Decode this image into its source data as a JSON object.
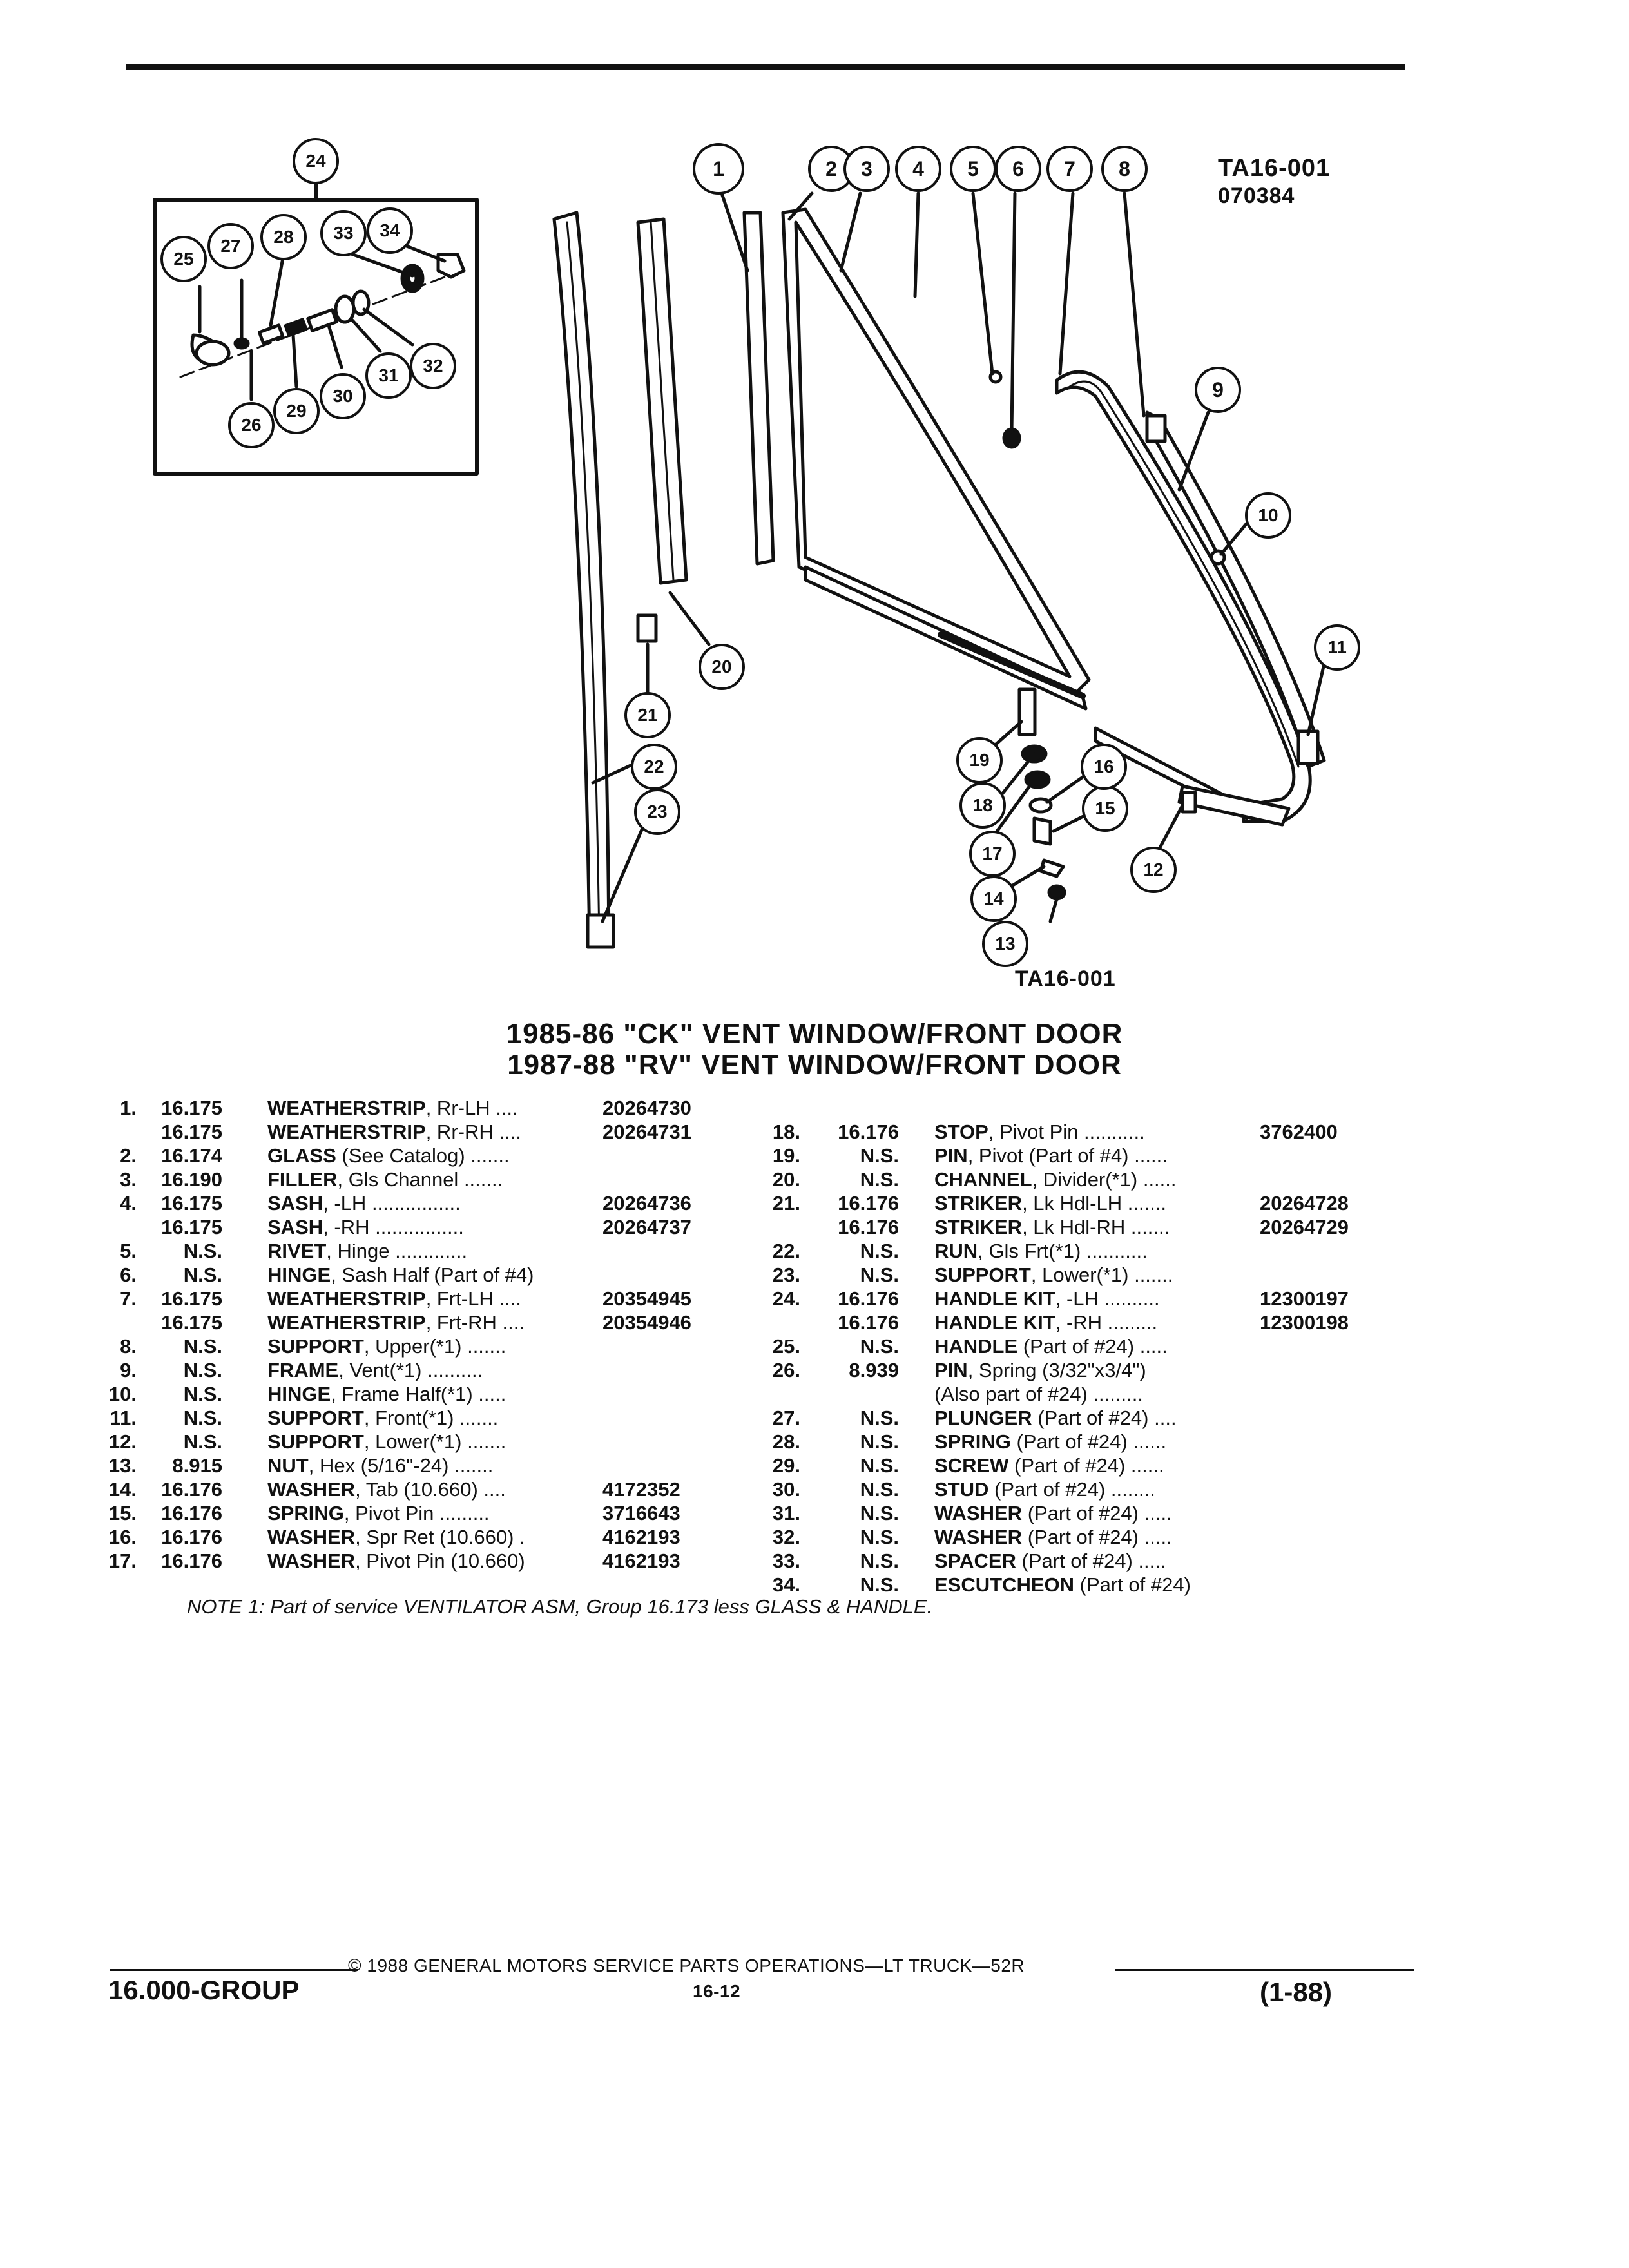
{
  "figure": {
    "code_top": "TA16-001",
    "code_date": "070384",
    "code_bottom": "TA16-001",
    "callouts": [
      "1",
      "2",
      "3",
      "4",
      "5",
      "6",
      "7",
      "8",
      "9",
      "10",
      "11",
      "12",
      "13",
      "14",
      "15",
      "16",
      "17",
      "18",
      "19",
      "20",
      "21",
      "22",
      "23",
      "24",
      "25",
      "26",
      "27",
      "28",
      "29",
      "30",
      "31",
      "32",
      "33",
      "34"
    ]
  },
  "titles": [
    "1985-86 \"CK\" VENT WINDOW/FRONT DOOR",
    "1987-88 \"RV\" VENT WINDOW/FRONT DOOR"
  ],
  "parts_left": [
    {
      "num": "1.",
      "group": "16.175",
      "name": "WEATHERSTRIP",
      "desc": ", Rr-LH",
      "dots": " ....",
      "part": "20264730"
    },
    {
      "num": "",
      "group": "16.175",
      "name": "WEATHERSTRIP",
      "desc": ", Rr-RH",
      "dots": " ....",
      "part": "20264731"
    },
    {
      "num": "2.",
      "group": "16.174",
      "name": "GLASS",
      "desc": " (See Catalog)",
      "dots": " .......",
      "part": ""
    },
    {
      "num": "3.",
      "group": "16.190",
      "name": "FILLER",
      "desc": ", Gls Channel",
      "dots": " .......",
      "part": ""
    },
    {
      "num": "4.",
      "group": "16.175",
      "name": "SASH",
      "desc": ", -LH",
      "dots": " ................",
      "part": "20264736"
    },
    {
      "num": "",
      "group": "16.175",
      "name": "SASH",
      "desc": ", -RH",
      "dots": " ................",
      "part": "20264737"
    },
    {
      "num": "5.",
      "group": "N.S.",
      "name": "RIVET",
      "desc": ", Hinge",
      "dots": " .............",
      "part": ""
    },
    {
      "num": "6.",
      "group": "N.S.",
      "name": "HINGE",
      "desc": ", Sash Half (Part of #4)",
      "dots": "",
      "part": ""
    },
    {
      "num": "7.",
      "group": "16.175",
      "name": "WEATHERSTRIP",
      "desc": ", Frt-LH",
      "dots": " ....",
      "part": "20354945"
    },
    {
      "num": "",
      "group": "16.175",
      "name": "WEATHERSTRIP",
      "desc": ", Frt-RH",
      "dots": " ....",
      "part": "20354946"
    },
    {
      "num": "8.",
      "group": "N.S.",
      "name": "SUPPORT",
      "desc": ", Upper(*1)",
      "dots": " .......",
      "part": ""
    },
    {
      "num": "9.",
      "group": "N.S.",
      "name": "FRAME",
      "desc": ", Vent(*1)",
      "dots": " ..........",
      "part": ""
    },
    {
      "num": "10.",
      "group": "N.S.",
      "name": "HINGE",
      "desc": ", Frame Half(*1)",
      "dots": " .....",
      "part": ""
    },
    {
      "num": "11.",
      "group": "N.S.",
      "name": "SUPPORT",
      "desc": ", Front(*1)",
      "dots": " .......",
      "part": ""
    },
    {
      "num": "12.",
      "group": "N.S.",
      "name": "SUPPORT",
      "desc": ", Lower(*1)",
      "dots": " .......",
      "part": ""
    },
    {
      "num": "13.",
      "group": "8.915",
      "name": "NUT",
      "desc": ", Hex (5/16\"-24)",
      "dots": " .......",
      "part": ""
    },
    {
      "num": "14.",
      "group": "16.176",
      "name": "WASHER",
      "desc": ", Tab (10.660)",
      "dots": " ....",
      "part": "4172352"
    },
    {
      "num": "15.",
      "group": "16.176",
      "name": "SPRING",
      "desc": ", Pivot Pin",
      "dots": " .........",
      "part": "3716643"
    },
    {
      "num": "16.",
      "group": "16.176",
      "name": "WASHER",
      "desc": ", Spr Ret (10.660)",
      "dots": " .",
      "part": "4162193"
    },
    {
      "num": "17.",
      "group": "16.176",
      "name": "WASHER",
      "desc": ", Pivot Pin (10.660)",
      "dots": "",
      "part": "4162193"
    }
  ],
  "parts_right": [
    {
      "num": "18.",
      "group": "16.176",
      "name": "STOP",
      "desc": ", Pivot Pin",
      "dots": " ...........",
      "part": "3762400"
    },
    {
      "num": "19.",
      "group": "N.S.",
      "name": "PIN",
      "desc": ", Pivot (Part of #4)",
      "dots": " ......",
      "part": ""
    },
    {
      "num": "20.",
      "group": "N.S.",
      "name": "CHANNEL",
      "desc": ", Divider(*1)",
      "dots": " ......",
      "part": ""
    },
    {
      "num": "21.",
      "group": "16.176",
      "name": "STRIKER",
      "desc": ", Lk Hdl-LH",
      "dots": " .......",
      "part": "20264728"
    },
    {
      "num": "",
      "group": "16.176",
      "name": "STRIKER",
      "desc": ", Lk Hdl-RH",
      "dots": " .......",
      "part": "20264729"
    },
    {
      "num": "22.",
      "group": "N.S.",
      "name": "RUN",
      "desc": ", Gls Frt(*1)",
      "dots": " ...........",
      "part": ""
    },
    {
      "num": "23.",
      "group": "N.S.",
      "name": "SUPPORT",
      "desc": ", Lower(*1)",
      "dots": " .......",
      "part": ""
    },
    {
      "num": "24.",
      "group": "16.176",
      "name": "HANDLE KIT",
      "desc": ", -LH",
      "dots": " ..........",
      "part": "12300197"
    },
    {
      "num": "",
      "group": "16.176",
      "name": "HANDLE KIT",
      "desc": ", -RH",
      "dots": " .........",
      "part": "12300198"
    },
    {
      "num": "25.",
      "group": "N.S.",
      "name": "HANDLE",
      "desc": " (Part of #24)",
      "dots": " .....",
      "part": ""
    },
    {
      "num": "26.",
      "group": "8.939",
      "name": "PIN",
      "desc": ", Spring (3/32\"x3/4\")",
      "dots": "",
      "part": ""
    },
    {
      "num": "",
      "group": "",
      "name": "",
      "desc": "(Also part of #24)",
      "dots": " .........",
      "part": ""
    },
    {
      "num": "27.",
      "group": "N.S.",
      "name": "PLUNGER",
      "desc": " (Part of #24)",
      "dots": " ....",
      "part": ""
    },
    {
      "num": "28.",
      "group": "N.S.",
      "name": "SPRING",
      "desc": " (Part of #24)",
      "dots": " ......",
      "part": ""
    },
    {
      "num": "29.",
      "group": "N.S.",
      "name": "SCREW",
      "desc": " (Part of #24)",
      "dots": " ......",
      "part": ""
    },
    {
      "num": "30.",
      "group": "N.S.",
      "name": "STUD",
      "desc": " (Part of #24)",
      "dots": " ........",
      "part": ""
    },
    {
      "num": "31.",
      "group": "N.S.",
      "name": "WASHER",
      "desc": " (Part of #24)",
      "dots": " .....",
      "part": ""
    },
    {
      "num": "32.",
      "group": "N.S.",
      "name": "WASHER",
      "desc": " (Part of #24)",
      "dots": " .....",
      "part": ""
    },
    {
      "num": "33.",
      "group": "N.S.",
      "name": "SPACER",
      "desc": " (Part of #24)",
      "dots": " .....",
      "part": ""
    },
    {
      "num": "34.",
      "group": "N.S.",
      "name": "ESCUTCHEON",
      "desc": " (Part of #24)",
      "dots": "",
      "part": ""
    }
  ],
  "note": "NOTE 1: Part of service VENTILATOR ASM, Group 16.173 less GLASS & HANDLE.",
  "footer": {
    "copyright": "© 1988 GENERAL MOTORS SERVICE PARTS OPERATIONS—LT TRUCK—52R",
    "group": "16.000-GROUP",
    "page": "16-12",
    "revision": "(1-88)"
  }
}
